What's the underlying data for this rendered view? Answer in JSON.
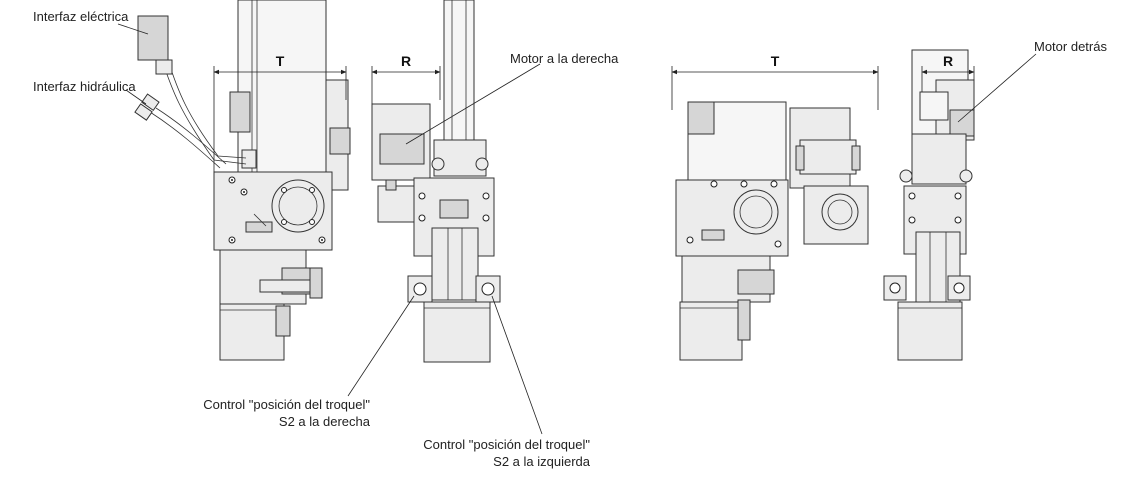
{
  "labels": {
    "electric_interface": "Interfaz eléctrica",
    "hydraulic_interface": "Interfaz hidráulica",
    "motor_right": "Motor a la derecha",
    "motor_back": "Motor detrás",
    "control_right_line1": "Control \"posición del troquel\"",
    "control_right_line2": "S2 a la derecha",
    "control_left_line1": "Control \"posición del troquel\"",
    "control_left_line2": "S2 a la izquierda"
  },
  "dimensions": {
    "t_left": "T",
    "r_left": "R",
    "t_right": "T",
    "r_right": "R"
  }
}
